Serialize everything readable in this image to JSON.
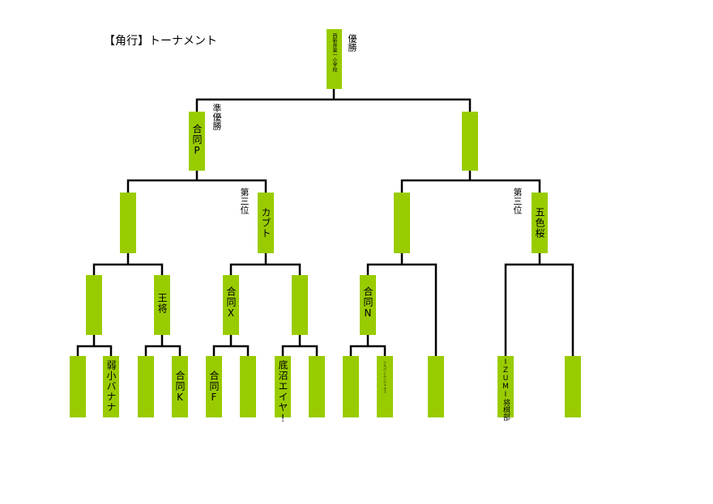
{
  "title": "【角行】トーナメント",
  "colors": {
    "box": "#99cc00",
    "line": "#000000"
  },
  "awards": {
    "champion": "優勝",
    "runner_up": "準優勝",
    "third_left": "第三位",
    "third_right": "第三位"
  },
  "teams": {
    "winner": "西新井第一小学校",
    "sf_left": "合同P",
    "sf_right": "",
    "qf1": "",
    "qf2": "カブト",
    "qf3": "",
    "qf4": "五色桜",
    "r2_1": "",
    "r2_2": "王将",
    "r2_3": "合同X",
    "r2_4": "",
    "r2_5": "合同N",
    "r1_1": "",
    "r1_2": "弱小バナナ",
    "r1_3": "",
    "r1_4": "合同K",
    "r1_5": "合同F",
    "r1_6": "",
    "r1_7": "底沼エイヤ!",
    "r1_8": "",
    "r1_9": "",
    "r1_10": "シルバーエンジェルス",
    "r1_11": "",
    "r1_12": "IZUMI将棋部",
    "r1_13": ""
  }
}
